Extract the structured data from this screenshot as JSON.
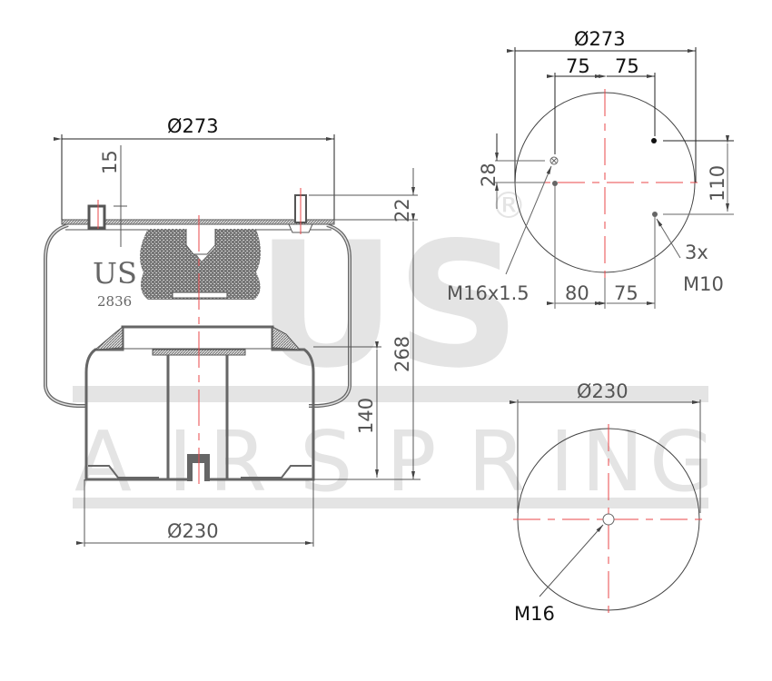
{
  "watermark": {
    "logo": "US",
    "registered": "®",
    "brand_letters": [
      "A",
      "I",
      "R",
      "S",
      "P",
      "R",
      "I",
      "N",
      "G"
    ],
    "brand_text": "AIR SPRING",
    "color": "#e4e4e4"
  },
  "side_view": {
    "label_brand": "US",
    "label_model": "2836",
    "dimensions": {
      "top_diameter": "Ø273",
      "top_stud_offset": "15",
      "stud_height": "22",
      "overall_height": "268",
      "piston_height": "140",
      "bottom_diameter": "Ø230"
    }
  },
  "top_view": {
    "diameter": "Ø273",
    "stud_spacing_left": "75",
    "stud_spacing_right": "75",
    "air_inlet_offset_v": "28",
    "stud_vertical_spacing": "110",
    "air_inlet_offset_h": "80",
    "stud_offset_h": "75",
    "air_inlet_label": "M16x1.5",
    "stud_count": "3x",
    "stud_thread": "M10"
  },
  "bottom_view": {
    "diameter": "Ø230",
    "center_thread": "M16"
  },
  "colors": {
    "line": "#555555",
    "dark_line": "#111111",
    "centerline": "#e8474a",
    "hatch": "#777777"
  }
}
